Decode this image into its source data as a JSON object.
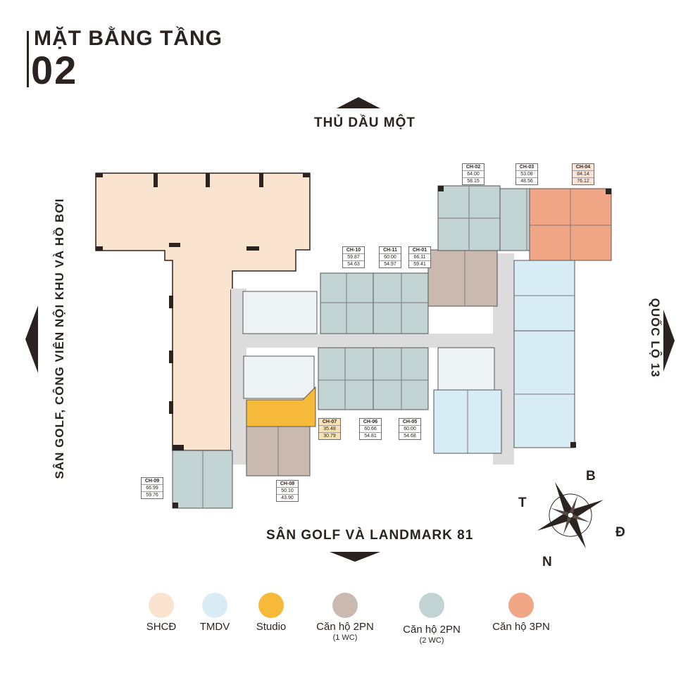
{
  "title": {
    "line1": "MẶT BẰNG TẦNG",
    "line2": "02"
  },
  "directions": {
    "top": "THỦ DẦU MỘT",
    "bottom": "SÂN GOLF VÀ LANDMARK 81",
    "left": "SÂN GOLF, CÔNG VIÊN NỘI KHU VÀ HỒ BƠI",
    "right": "QUỐC LỘ 13"
  },
  "compass": {
    "north": "B",
    "south": "N",
    "east": "Đ",
    "west": "T"
  },
  "units": [
    {
      "id": "CH-01",
      "a": "66.11",
      "b": "59.41"
    },
    {
      "id": "CH-02",
      "a": "64.00",
      "b": "58.15"
    },
    {
      "id": "CH-03",
      "a": "53.08",
      "b": "48.56"
    },
    {
      "id": "CH-04",
      "a": "84.14",
      "b": "76.12"
    },
    {
      "id": "CH-05",
      "a": "60.00",
      "b": "54.68"
    },
    {
      "id": "CH-06",
      "a": "60.66",
      "b": "54.81"
    },
    {
      "id": "CH-07",
      "a": "35.48",
      "b": "30.79"
    },
    {
      "id": "CH-08",
      "a": "50.10",
      "b": "43.90"
    },
    {
      "id": "CH-09",
      "a": "66.99",
      "b": "59.76"
    },
    {
      "id": "CH-10",
      "a": "59.87",
      "b": "54.63"
    },
    {
      "id": "CH-11",
      "a": "60.00",
      "b": "54.97"
    }
  ],
  "legend": [
    {
      "label": "SHCĐ",
      "sub": "",
      "color": "#fbe4cf"
    },
    {
      "label": "TMDV",
      "sub": "",
      "color": "#d8ecf6"
    },
    {
      "label": "Studio",
      "sub": "",
      "color": "#f6b93a"
    },
    {
      "label": "Căn hộ 2PN",
      "sub": "(1 WC)",
      "color": "#c9b9ae"
    },
    {
      "label": "Căn hộ 2PN",
      "sub": "(2 WC)",
      "color": "#c2d3d3"
    },
    {
      "label": "Căn hộ 3PN",
      "sub": "",
      "color": "#f1a786"
    }
  ],
  "colors": {
    "ink": "#2b2320",
    "corridor": "#dcdcdc",
    "commercial": "#fbe4cf",
    "service": "#e3eff5"
  }
}
